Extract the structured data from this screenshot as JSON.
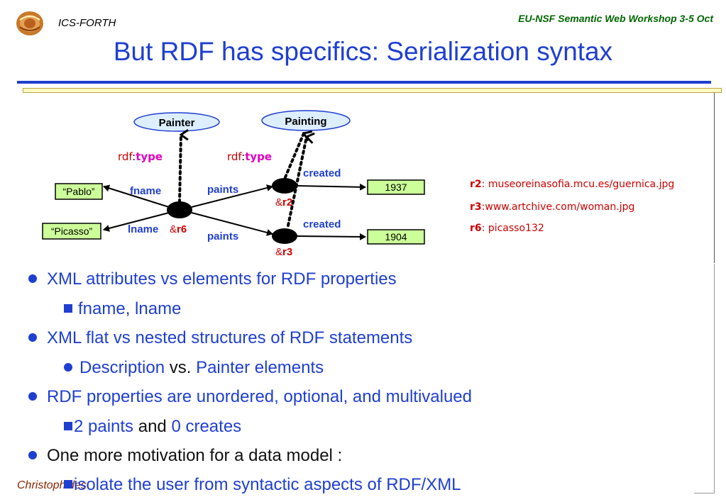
{
  "header": {
    "org": "ICS-FORTH",
    "event": "EU-NSF Semantic Web Workshop 3-5 Oct"
  },
  "title": "But RDF has specifics: Serialization syntax",
  "diagram": {
    "class_painter": "Painter",
    "class_painting": "Painting",
    "rdf_prefix": "rdf",
    "type_word": "type",
    "literal_pablo": "“Pablo”",
    "literal_picasso": "“Picasso”",
    "prop_fname": "fname",
    "prop_lname": "lname",
    "prop_paints_1": "paints",
    "prop_paints_2": "paints",
    "prop_created_1": "created",
    "prop_created_2": "created",
    "amp": "&",
    "r6": "r6",
    "r2": "r2",
    "r3": "r3",
    "val_1937": "1937",
    "val_1904": "1904"
  },
  "refs": [
    {
      "id": "r2",
      "sep": ": ",
      "uri": "museoreinasofia.mcu.es/guernica.jpg"
    },
    {
      "id": "r3",
      "sep": ":",
      "uri": "www.artchive.com/woman.jpg"
    },
    {
      "id": "r6",
      "sep": ": ",
      "uri": "picasso132"
    }
  ],
  "bullets": {
    "b1": "XML attributes vs elements for RDF properties",
    "b1_1": "fname, lname",
    "b2": "XML flat vs nested structures of RDF statements",
    "b2_1a": "Description",
    "b2_1b": " vs. ",
    "b2_1c": "Painter elements",
    "b3": "RDF properties are unordered, optional, and multivalued",
    "b3_1a": "2 paints",
    "b3_1b": " and ",
    "b3_1c": "0 creates",
    "b4": "One more motivation for a data model :",
    "b4_1": "isolate the user from syntactic aspects of RDF/XML"
  },
  "footer": {
    "author": "Christophides"
  },
  "colors": {
    "accent_blue": "#1f3fd0",
    "header_green": "#006600",
    "ref_red": "#cc0000",
    "literal_green": "#ccff99",
    "class_fill": "#ddeeff"
  }
}
